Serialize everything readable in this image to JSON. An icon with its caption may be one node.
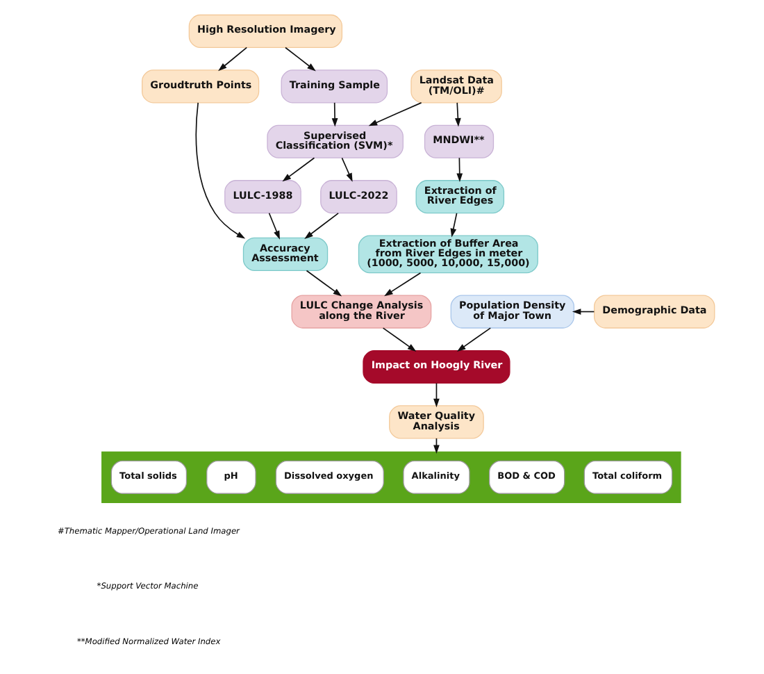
{
  "diagram": {
    "nodes": [
      {
        "text": [
          "High Resolution Imagery"
        ]
      },
      {
        "text": [
          "Landsat Data (TM/OLI)#"
        ]
      },
      {
        "text": [
          "Groudtruth Points"
        ]
      },
      {
        "text": [
          "Training Sample"
        ]
      },
      {
        "text": [
          "Supervised Classification (SVM)*"
        ]
      },
      {
        "text": [
          "MNDWI**"
        ]
      },
      {
        "text": [
          "LULC-1988"
        ]
      },
      {
        "text": [
          "LULC-2022"
        ]
      },
      {
        "text": [
          "Extraction of River Edges"
        ]
      },
      {
        "text": [
          "Accuracy Assessment"
        ]
      },
      {
        "text": [
          "Extraction of Buffer Area from River Edges in meter (1000, 5000, 10,000, 15,000)"
        ]
      },
      {
        "text": [
          "LULC Change Analysis along the River"
        ]
      },
      {
        "text": [
          "Population Density of Major Town"
        ]
      },
      {
        "text": [
          "Demographic Data"
        ]
      },
      {
        "text": [
          "Impact on Hoogly River"
        ]
      },
      {
        "text": [
          "Water Quality Analysis"
        ]
      },
      {
        "text": [],
        "shape": "box"
      },
      {
        "text": [
          "Total solids"
        ],
        "in": 16
      },
      {
        "text": [
          "pH"
        ],
        "in": 16
      },
      {
        "text": [
          "Dissolved oxygen"
        ],
        "in": 16
      },
      {
        "text": [
          "Alkalinity"
        ],
        "in": 16
      },
      {
        "text": [
          "BOD & COD"
        ],
        "in": 16
      },
      {
        "text": [
          "Total coliform"
        ],
        "in": 16
      }
    ],
    "edges": [
      {
        "from": 0,
        "to": 2,
        "arrow": "to"
      },
      {
        "from": 0,
        "to": 3,
        "arrow": "to"
      },
      {
        "from": 1,
        "to": 4,
        "arrow": "to"
      },
      {
        "from": 1,
        "to": 5,
        "arrow": "to"
      },
      {
        "from": 3,
        "to": 4,
        "arrow": "to"
      },
      {
        "from": 4,
        "to": 6,
        "arrow": "to"
      },
      {
        "from": 4,
        "to": 7,
        "arrow": "to"
      },
      {
        "from": 6,
        "to": 9,
        "arrow": "to"
      },
      {
        "from": 7,
        "to": 9,
        "arrow": "to"
      },
      {
        "from": 2,
        "to": 9,
        "arrow": "to"
      },
      {
        "from": 5,
        "to": 8,
        "arrow": "to"
      },
      {
        "from": 8,
        "to": 10,
        "arrow": "to"
      },
      {
        "from": 9,
        "to": 11,
        "arrow": "to"
      },
      {
        "from": 10,
        "to": 11,
        "arrow": "to"
      },
      {
        "from": 11,
        "to": 14,
        "arrow": "to"
      },
      {
        "from": 12,
        "to": 14,
        "arrow": "to"
      },
      {
        "from": 13,
        "to": 12,
        "arrow": "to"
      },
      {
        "from": 14,
        "to": 15,
        "arrow": "to"
      },
      {
        "from": 15,
        "to": 16,
        "arrow": "to"
      }
    ],
    "labels": [
      "#Thematic Mapper/Operational Land Imager",
      "*Support Vector Machine",
      "**Modified Normalized Water Index"
    ]
  }
}
